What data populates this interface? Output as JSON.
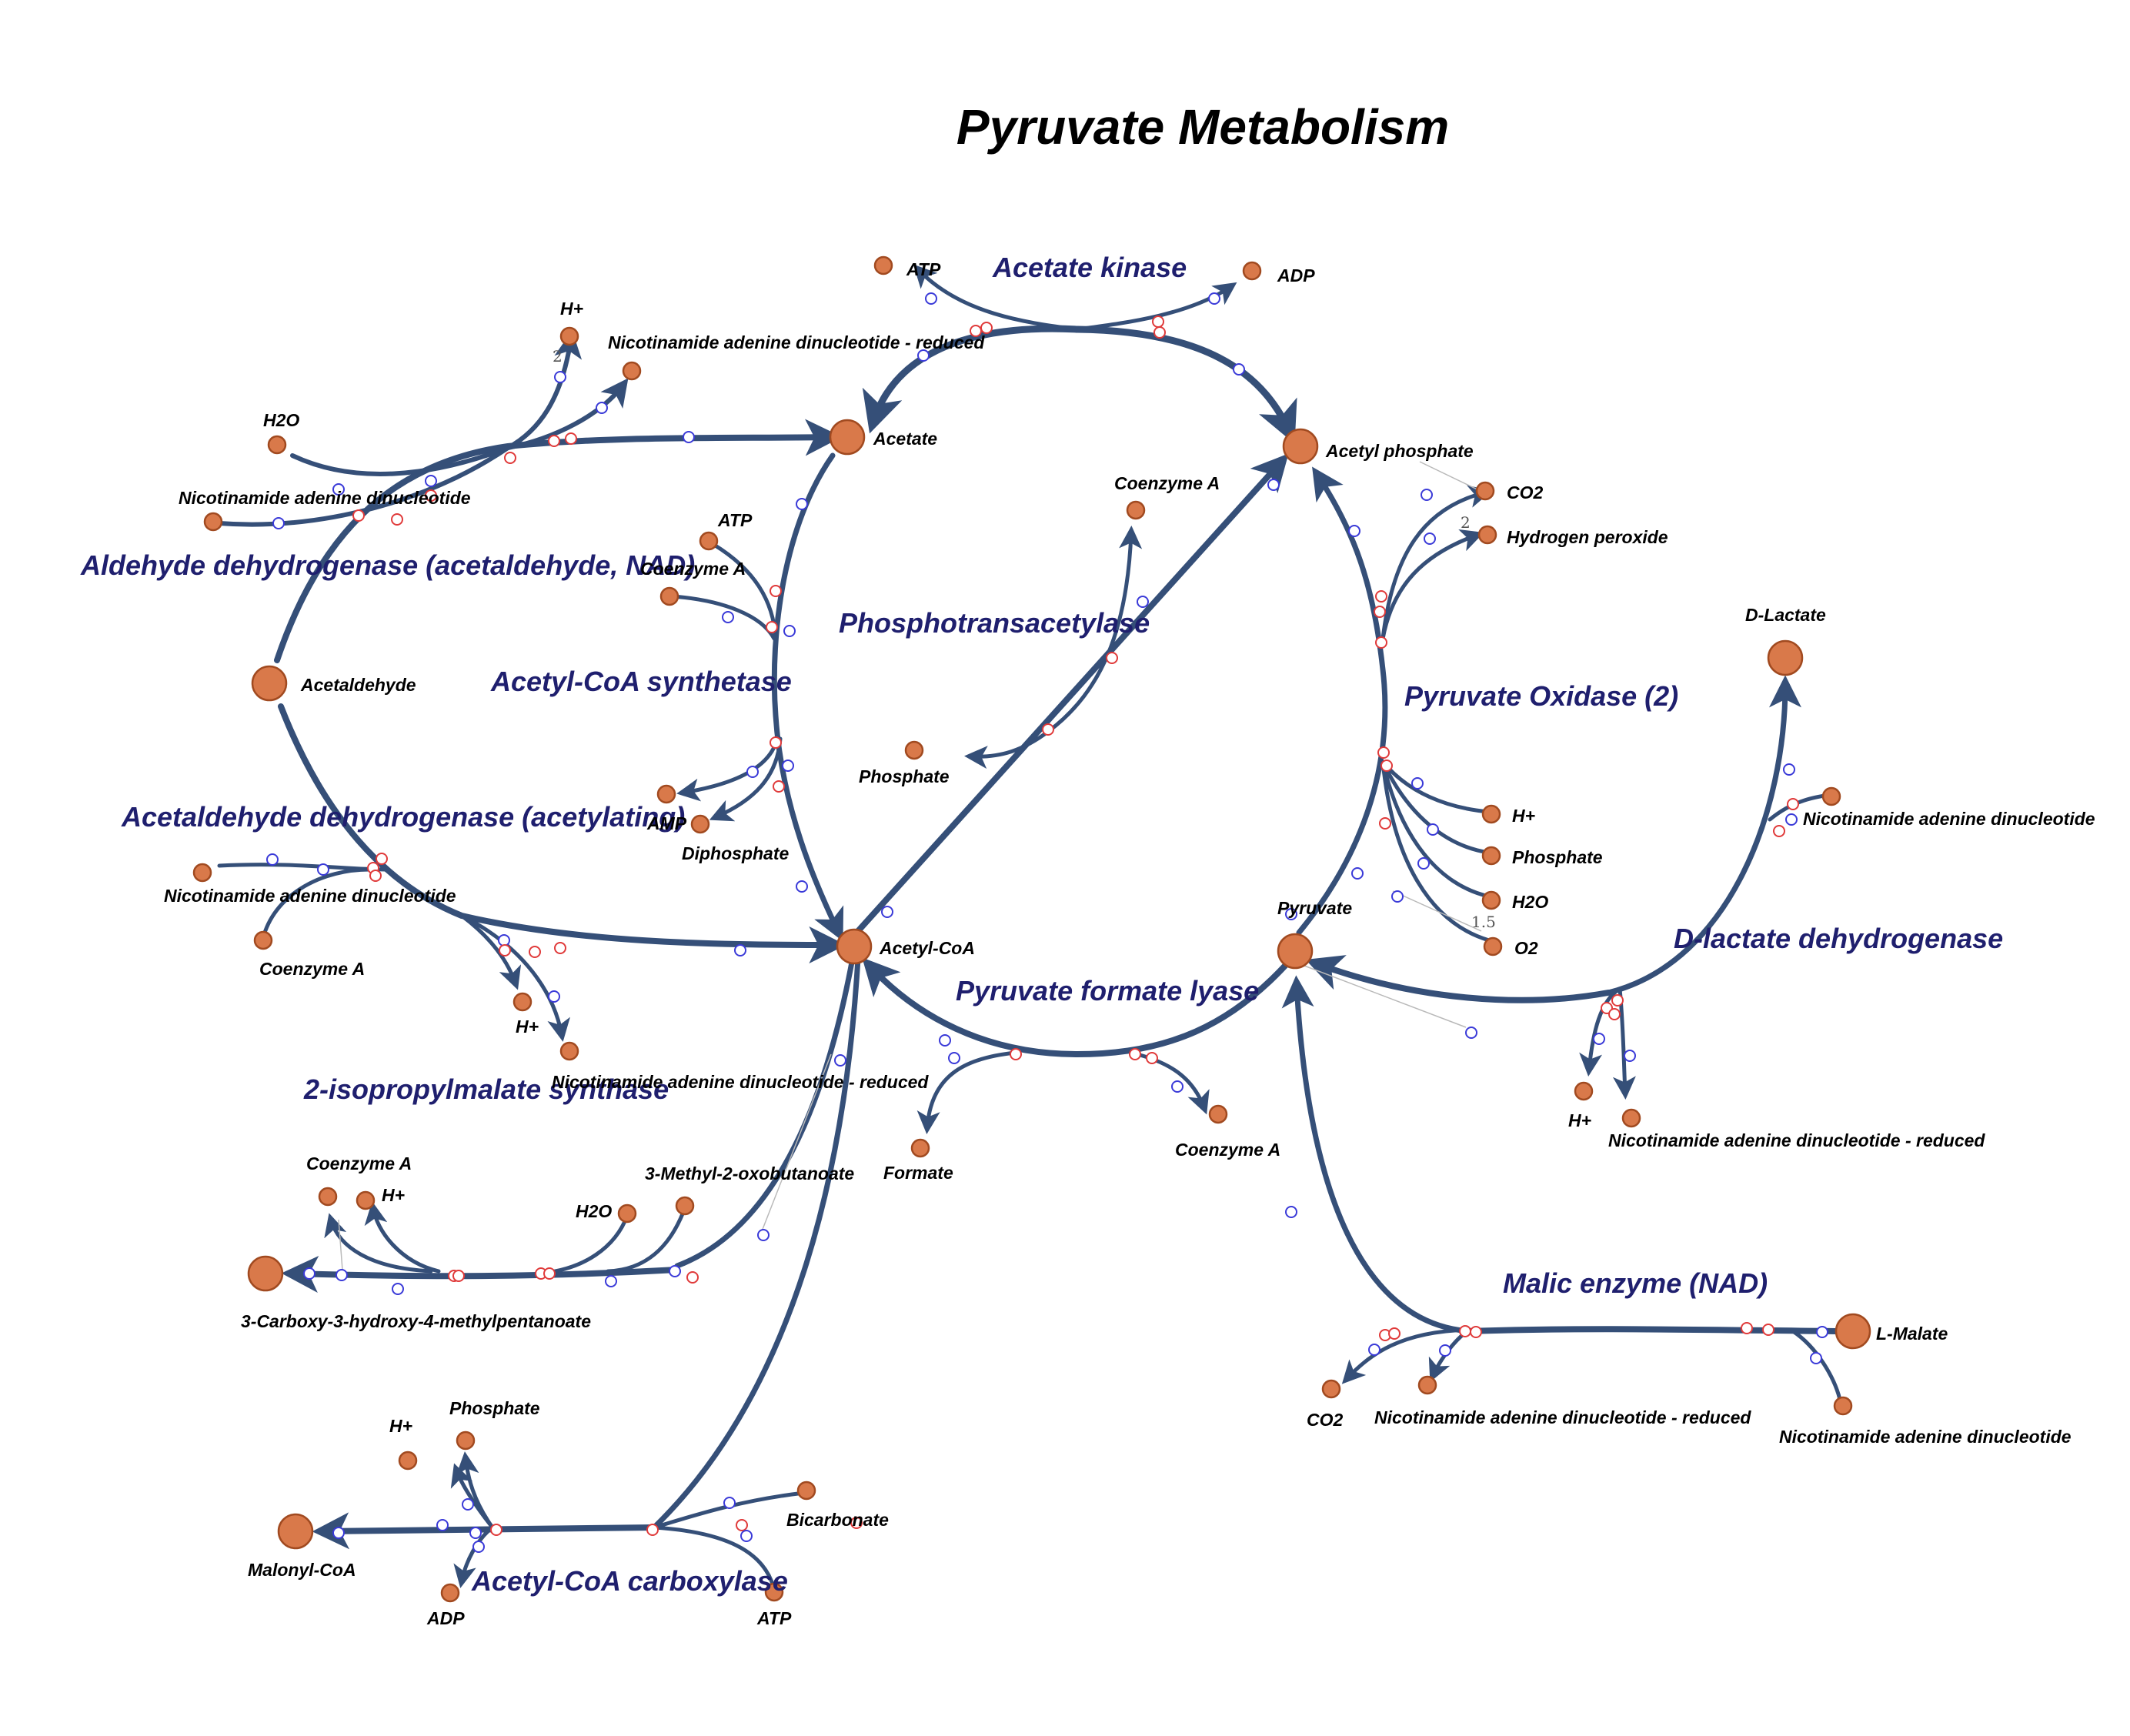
{
  "title": "Pyruvate Metabolism",
  "colors": {
    "edge": "#354f78",
    "metabolite": "#d9794a",
    "enzyme_label": "#1f1f6e"
  },
  "enzymes": {
    "acetate_kinase": "Acetate kinase",
    "aldehyde_dh": "Aldehyde dehydrogenase (acetaldehyde, NAD)",
    "phosphotransacetylase": "Phosphotransacetylase",
    "acetyl_coa_synthetase": "Acetyl-CoA synthetase",
    "pyruvate_oxidase": "Pyruvate Oxidase (2)",
    "acetaldehyde_dh_acetylating": "Acetaldehyde dehydrogenase (acetylating)",
    "d_lactate_dh": "D-lactate dehydrogenase",
    "pyruvate_formate_lyase": "Pyruvate formate lyase",
    "ipm_synthase": "2-isopropylmalate synthase",
    "malic_enzyme": "Malic enzyme (NAD)",
    "acetyl_coa_carboxylase": "Acetyl-CoA carboxylase"
  },
  "metabolites": {
    "acetate": "Acetate",
    "acetyl_phosphate": "Acetyl phosphate",
    "acetaldehyde": "Acetaldehyde",
    "acetyl_coa": "Acetyl-CoA",
    "pyruvate": "Pyruvate",
    "d_lactate": "D-Lactate",
    "l_malate": "L-Malate",
    "malonyl_coa": "Malonyl-CoA",
    "carboxy_hmp": "3-Carboxy-3-hydroxy-4-methylpentanoate",
    "ak_atp": "ATP",
    "ak_adp": "ADP",
    "ald_hplus": "H+",
    "ald_nadh": "Nicotinamide adenine dinucleotide - reduced",
    "ald_h2o": "H2O",
    "ald_nad": "Nicotinamide adenine dinucleotide",
    "acs_atp": "ATP",
    "acs_coa": "Coenzyme A",
    "acs_amp": "AMP",
    "acs_ppi": "Diphosphate",
    "pta_coa": "Coenzyme A",
    "pta_pi": "Phosphate",
    "pox_co2": "CO2",
    "pox_h2o2": "Hydrogen peroxide",
    "pox_hplus": "H+",
    "pox_pi": "Phosphate",
    "pox_h2o": "H2O",
    "pox_o2": "O2",
    "adh_nad": "Nicotinamide adenine dinucleotide",
    "adh_coa": "Coenzyme A",
    "adh_hplus": "H+",
    "adh_nadh": "Nicotinamide adenine dinucleotide - reduced",
    "ldh_nad": "Nicotinamide adenine dinucleotide",
    "ldh_hplus": "H+",
    "ldh_nadh": "Nicotinamide adenine dinucleotide - reduced",
    "pfl_formate": "Formate",
    "pfl_coa": "Coenzyme A",
    "ipm_coa": "Coenzyme A",
    "ipm_hplus": "H+",
    "ipm_h2o": "H2O",
    "ipm_kiv": "3-Methyl-2-oxobutanoate",
    "me_co2": "CO2",
    "me_nadh": "Nicotinamide adenine dinucleotide - reduced",
    "me_nad": "Nicotinamide adenine dinucleotide",
    "acc_hplus": "H+",
    "acc_pi": "Phosphate",
    "acc_adp": "ADP",
    "acc_atp": "ATP",
    "acc_hco3": "Bicarbonate"
  },
  "stoichiometry": {
    "ald_hplus": "2",
    "pox_h2o2": "2",
    "pox_o2": "1.5"
  }
}
